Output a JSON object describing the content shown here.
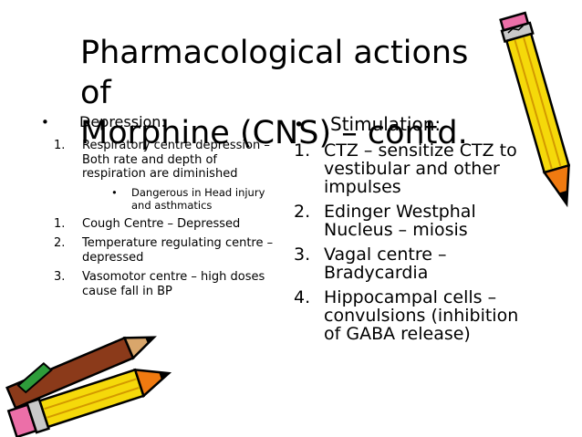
{
  "title": {
    "line1": "Pharmacological actions of",
    "line2": "Morphine (CNS) – contd."
  },
  "left": {
    "bullet": "•",
    "heading": "Depression:",
    "items": [
      {
        "num": "1.",
        "text": "Respiratory centre depression – Both rate and depth of respiration are diminished"
      },
      {
        "num": "1.",
        "text": "Cough Centre – Depressed"
      },
      {
        "num": "2.",
        "text": "Temperature regulating centre – depressed"
      },
      {
        "num": "3.",
        "text": "Vasomotor centre – high doses cause fall in BP"
      }
    ],
    "sub_bullet": "•",
    "sub_item": "Dangerous in Head injury and asthmatics"
  },
  "right": {
    "bullet": "•",
    "heading": "Stimulation:",
    "items": [
      {
        "num": "1.",
        "text": "CTZ – sensitize CTZ to vestibular and other impulses"
      },
      {
        "num": "2.",
        "text": "Edinger Westphal Nucleus – miosis"
      },
      {
        "num": "3.",
        "text": "Vagal centre – Bradycardia"
      },
      {
        "num": "4.",
        "text": "Hippocampal cells – convulsions (inhibition of GABA release)"
      }
    ]
  },
  "decorations": {
    "top_right": "pencil-icon",
    "bottom_left": "pencils-icon",
    "colors": {
      "pencil_body": "#f5d90a",
      "pencil_tip": "#f07a10",
      "eraser": "#ec6fa8",
      "dark_pencil": "#8b3a1a"
    }
  }
}
